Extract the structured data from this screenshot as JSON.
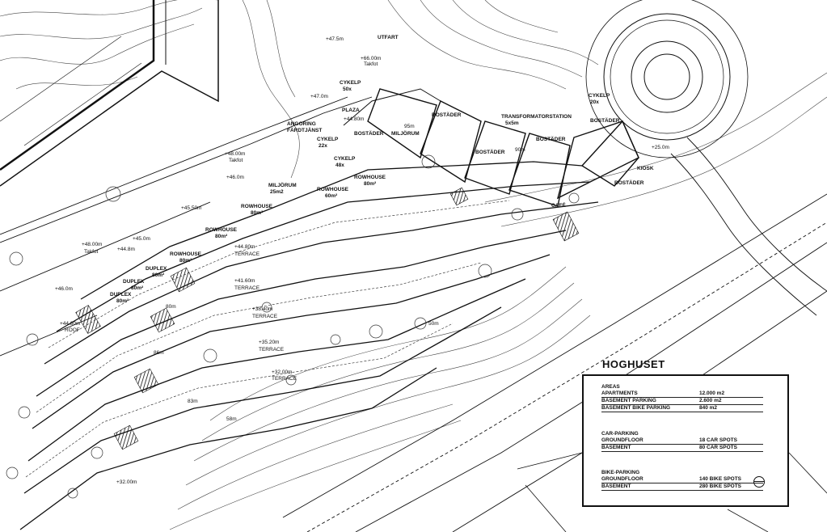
{
  "legend": {
    "title": "HOGHUSET",
    "sections": [
      {
        "heading": "AREAS",
        "rows": [
          {
            "label": "APARTMENTS",
            "value": "12.000 m2"
          },
          {
            "label": "BASEMENT PARKING",
            "value": "2.600 m2"
          },
          {
            "label": "BASEMENT BIKE PARKING",
            "value": "840 m2"
          }
        ]
      },
      {
        "heading": "CAR-PARKING",
        "rows": [
          {
            "label": "GROUNDFLOOR",
            "value": "18 CAR SPOTS"
          },
          {
            "label": "BASEMENT",
            "value": "80 CAR SPOTS"
          }
        ]
      },
      {
        "heading": "BIKE-PARKING",
        "rows": [
          {
            "label": "GROUNDFLOOR",
            "value": "140 BIKE SPOTS"
          },
          {
            "label": "BASEMENT",
            "value": "280 BIKE SPOTS"
          }
        ]
      }
    ]
  },
  "plan_labels": {
    "utfart": "UTFART",
    "plaza": "PLAZA",
    "angoring": "ANGORING",
    "fardtjanst": "FÄRDTJÄNST",
    "bostader": "BOSTÄDER",
    "miljorum": "MILJÖRUM",
    "transformatorstation": "TRANSFORMATORSTATION",
    "transformator_size": "5x5m",
    "kiosk": "KIOSK",
    "cafe": "CAFÉ",
    "cykelp_50": "CYKELP",
    "cykelp_50_count": "50x",
    "cykelp_22": "CYKELP",
    "cykelp_22_count": "22x",
    "cykelp_48": "CYKELP",
    "cykelp_48_count": "48x",
    "cykelp_20": "CYKELP",
    "cykelp_20_count": "20x",
    "miljorum_area": "25m2",
    "rowhouse": "ROWHOUSE",
    "duplex": "DUPLEX",
    "area_80": "80m²",
    "area_60": "60m²",
    "terrace": "TERRACE",
    "roof": "ROOF",
    "takfot": "Takfot",
    "dim_80m": "80m",
    "dim_95m": "95m",
    "dim_90m": "90m",
    "dim_50m": "50m",
    "dim_83m": "83m",
    "dim_86m": "86m",
    "dim_58m": "58m"
  },
  "levels": {
    "l475": "+47.5m",
    "l660": "+66.00m",
    "l470": "+47.0m",
    "l448": "+44.80m",
    "l480a": "+48.00m",
    "l460": "+46.0m",
    "l455": "+45.50m",
    "l450": "+45.0m",
    "l480b": "+48.00m",
    "l448b": "+44.8m",
    "l460b": "+46.0m",
    "l448roof": "+44.80m",
    "l416": "+41.60m",
    "l384": "+38.40m",
    "l352": "+35.20m",
    "l320": "+32.00m",
    "l320b": "+32.00m",
    "l250": "+25.0m",
    "l448c": "+44.80m"
  },
  "colors": {
    "ink": "#111111",
    "paper": "#ffffff",
    "hatch": "#222222"
  }
}
